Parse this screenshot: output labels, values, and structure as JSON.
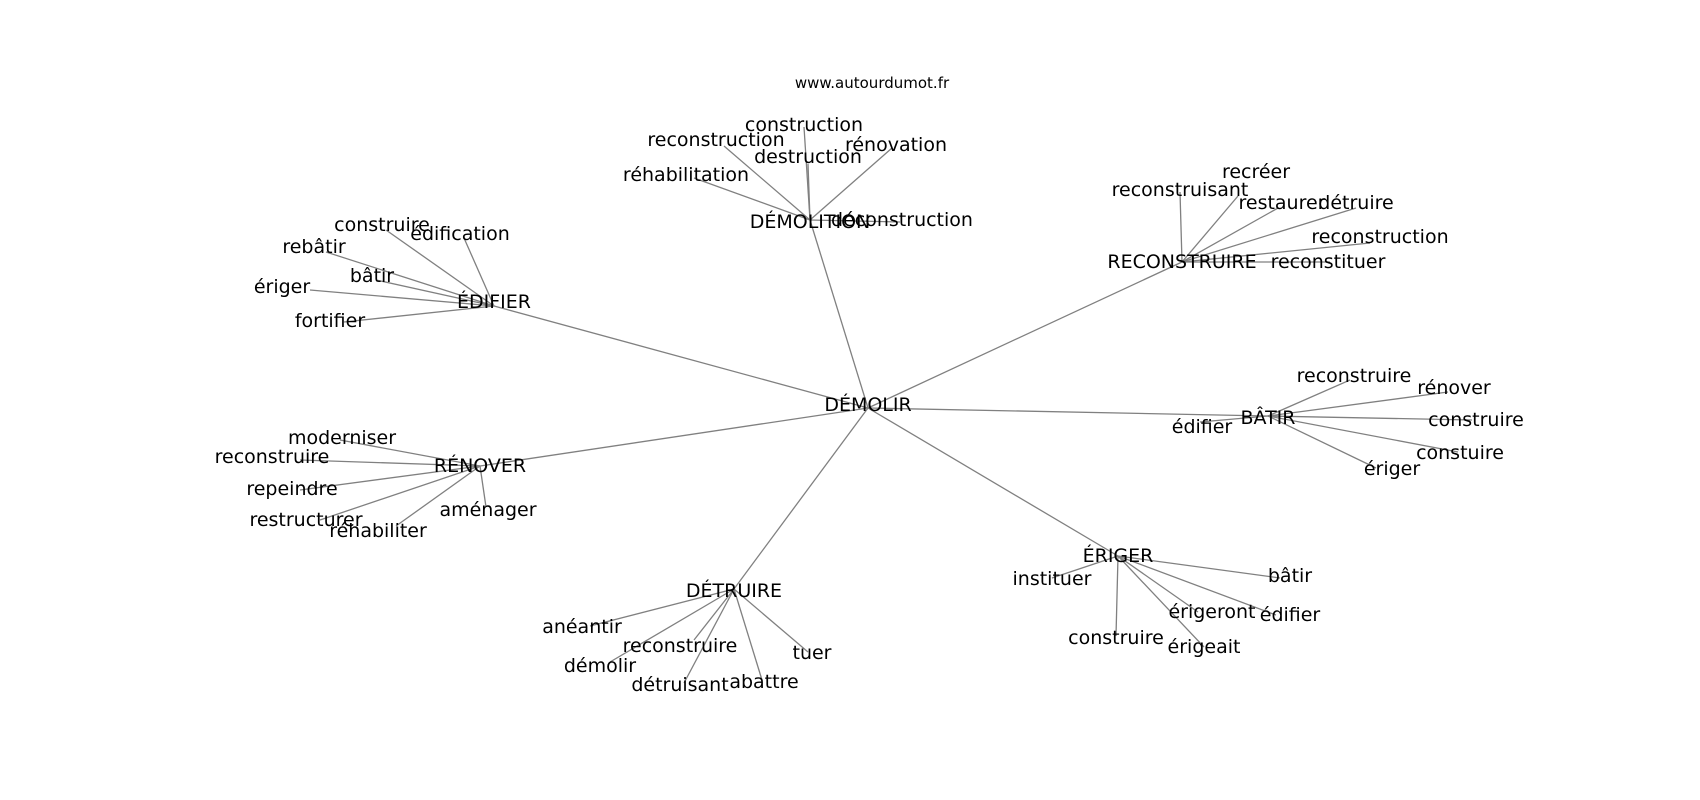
{
  "site_url": "www.autourdumot.fr",
  "colors": {
    "edge": "#808080",
    "text": "#000000",
    "background": "#ffffff"
  },
  "graph": {
    "root": {
      "id": "root",
      "label": "DÉMOLIR"
    },
    "branches": [
      {
        "id": "demolition",
        "label": "DÉMOLITION",
        "leaves": [
          {
            "id": "l1",
            "label": "construction"
          },
          {
            "id": "l2",
            "label": "reconstruction"
          },
          {
            "id": "l3",
            "label": "rénovation"
          },
          {
            "id": "l4",
            "label": "destruction"
          },
          {
            "id": "l5",
            "label": "réhabilitation"
          },
          {
            "id": "l6",
            "label": "déconstruction"
          }
        ]
      },
      {
        "id": "reconstruire",
        "label": "RECONSTRUIRE",
        "leaves": [
          {
            "id": "l7",
            "label": "recréer"
          },
          {
            "id": "l8",
            "label": "reconstruisant"
          },
          {
            "id": "l9",
            "label": "restaurer"
          },
          {
            "id": "l10",
            "label": "détruire"
          },
          {
            "id": "l11",
            "label": "reconstruction"
          },
          {
            "id": "l12",
            "label": "reconstituer"
          }
        ]
      },
      {
        "id": "edifier",
        "label": "ÉDIFIER",
        "leaves": [
          {
            "id": "l13",
            "label": "construire"
          },
          {
            "id": "l14",
            "label": "édification"
          },
          {
            "id": "l15",
            "label": "rebâtir"
          },
          {
            "id": "l16",
            "label": "bâtir"
          },
          {
            "id": "l17",
            "label": "ériger"
          },
          {
            "id": "l18",
            "label": "fortifier"
          }
        ]
      },
      {
        "id": "batir",
        "label": "BÂTIR",
        "leaves": [
          {
            "id": "l19",
            "label": "reconstruire"
          },
          {
            "id": "l20",
            "label": "rénover"
          },
          {
            "id": "l21",
            "label": "construire"
          },
          {
            "id": "l22",
            "label": "édifier"
          },
          {
            "id": "l23",
            "label": "constuire"
          },
          {
            "id": "l24",
            "label": "ériger"
          }
        ]
      },
      {
        "id": "renover",
        "label": "RÉNOVER",
        "leaves": [
          {
            "id": "l25",
            "label": "moderniser"
          },
          {
            "id": "l26",
            "label": "reconstruire"
          },
          {
            "id": "l27",
            "label": "repeindre"
          },
          {
            "id": "l28",
            "label": "aménager"
          },
          {
            "id": "l29",
            "label": "restructurer"
          },
          {
            "id": "l30",
            "label": "réhabiliter"
          }
        ]
      },
      {
        "id": "eriger",
        "label": "ÉRIGER",
        "leaves": [
          {
            "id": "l31",
            "label": "instituer"
          },
          {
            "id": "l32",
            "label": "bâtir"
          },
          {
            "id": "l33",
            "label": "érigeront"
          },
          {
            "id": "l34",
            "label": "édifier"
          },
          {
            "id": "l35",
            "label": "construire"
          },
          {
            "id": "l36",
            "label": "érigeait"
          }
        ]
      },
      {
        "id": "detruire",
        "label": "DÉTRUIRE",
        "leaves": [
          {
            "id": "l37",
            "label": "anéantir"
          },
          {
            "id": "l38",
            "label": "reconstruire"
          },
          {
            "id": "l39",
            "label": "tuer"
          },
          {
            "id": "l40",
            "label": "démolir"
          },
          {
            "id": "l41",
            "label": "abattre"
          },
          {
            "id": "l42",
            "label": "détruisant"
          }
        ]
      }
    ]
  }
}
